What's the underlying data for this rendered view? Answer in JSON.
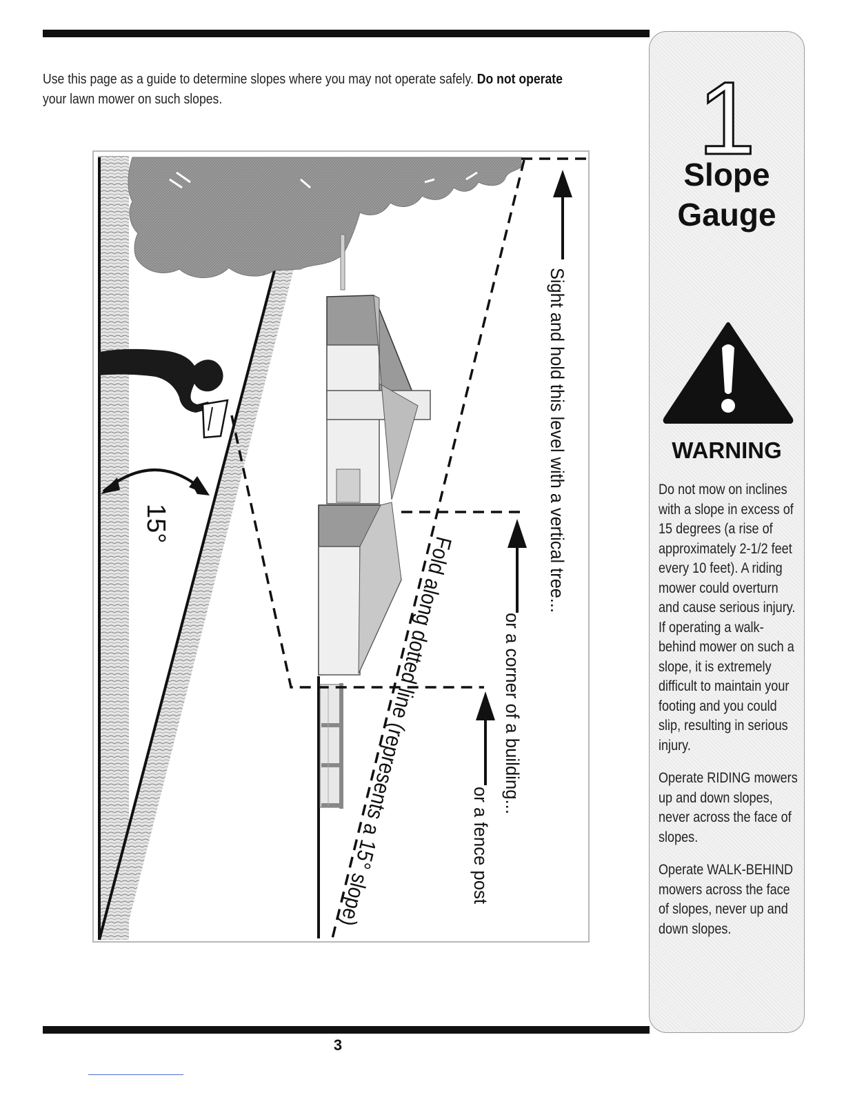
{
  "intro": {
    "text_before": "Use this page as a guide to determine slopes where you may not operate safely. ",
    "text_bold": "Do not operate",
    "text_after": " your lawn mower on such slopes."
  },
  "sidebar": {
    "chapter_number": "1",
    "title_line1": "Slope",
    "title_line2": "Gauge",
    "warning_icon": "warning-triangle-icon",
    "warning_title": "WARNING",
    "paragraphs": [
      "Do not mow on inclines with a slope in excess of 15 degrees (a rise of approximately 2-1/2 feet every 10 feet).  A riding mower could overturn and cause serious injury. If operating a walk-behind mower on such a slope, it is extremely difficult to maintain your footing and you could slip, resulting in serious injury.",
      "Operate RIDING mowers up and down slopes, never across the face of slopes.",
      "Operate WALK-BEHIND mowers across the face of slopes, never up and down slopes."
    ]
  },
  "figure": {
    "angle_label": "15°",
    "sight_label": "Sight and hold this level with a vertical tree...",
    "building_label": "or a corner of a building...",
    "fence_label": "or a fence post",
    "fold_label": "Fold along dotted line (represents a 15° slope)"
  },
  "footer": {
    "page_number": "3"
  },
  "colors": {
    "ink": "#111111",
    "tree_gray": "#8f8f8f",
    "grass_gray": "#b5b5b5"
  }
}
